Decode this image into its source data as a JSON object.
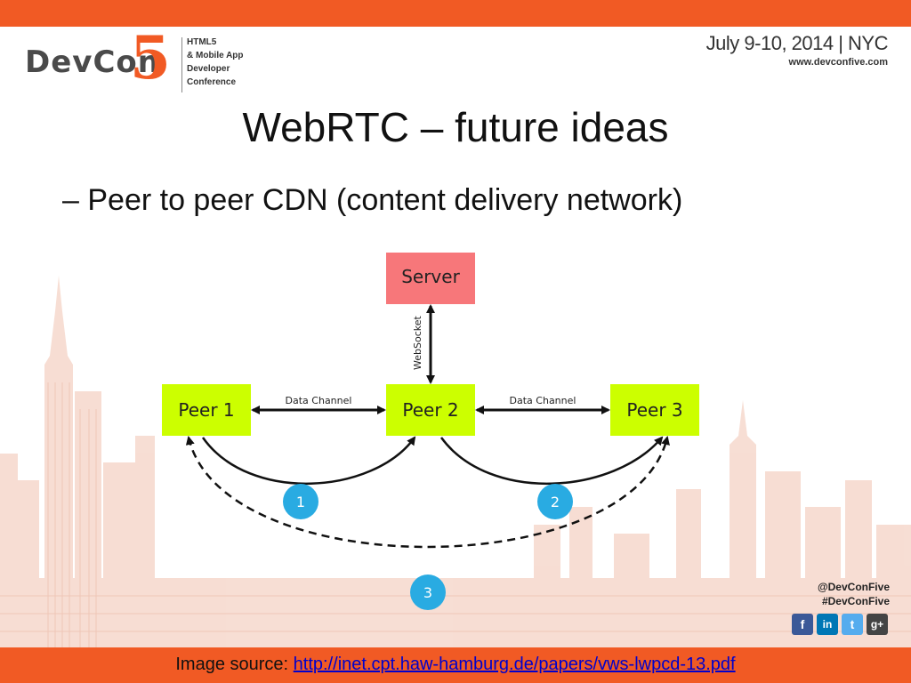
{
  "header": {
    "logo_text": "DevCon",
    "logo_number": "5",
    "logo_tagline": [
      "HTML5",
      "& Mobile App",
      "Developer",
      "Conference"
    ],
    "date": "July 9-10, 2014 | NYC",
    "website": "www.devconfive.com"
  },
  "slide": {
    "title": "WebRTC – future ideas",
    "bullet": "– Peer to peer CDN (content delivery network)"
  },
  "diagram": {
    "server": "Server",
    "websocket_label": "WebSocket",
    "peers": [
      "Peer 1",
      "Peer 2",
      "Peer 3"
    ],
    "channel_labels": [
      "Data Channel",
      "Data Channel"
    ],
    "step_markers": [
      "1",
      "2",
      "3"
    ]
  },
  "social": {
    "handle": "@DevConFive",
    "hashtag": "#DevConFive",
    "icons": [
      "facebook-icon",
      "linkedin-icon",
      "twitter-icon",
      "google-plus-icon"
    ]
  },
  "footer": {
    "caption_prefix": "Image source: ",
    "source_link": "http://inet.cpt.haw-hamburg.de/papers/vws-lwpcd-13.pdf"
  },
  "colors": {
    "accent": "#f15a24",
    "server_box": "#f7777a",
    "peer_box": "#ccff00",
    "marker": "#29abe2"
  }
}
